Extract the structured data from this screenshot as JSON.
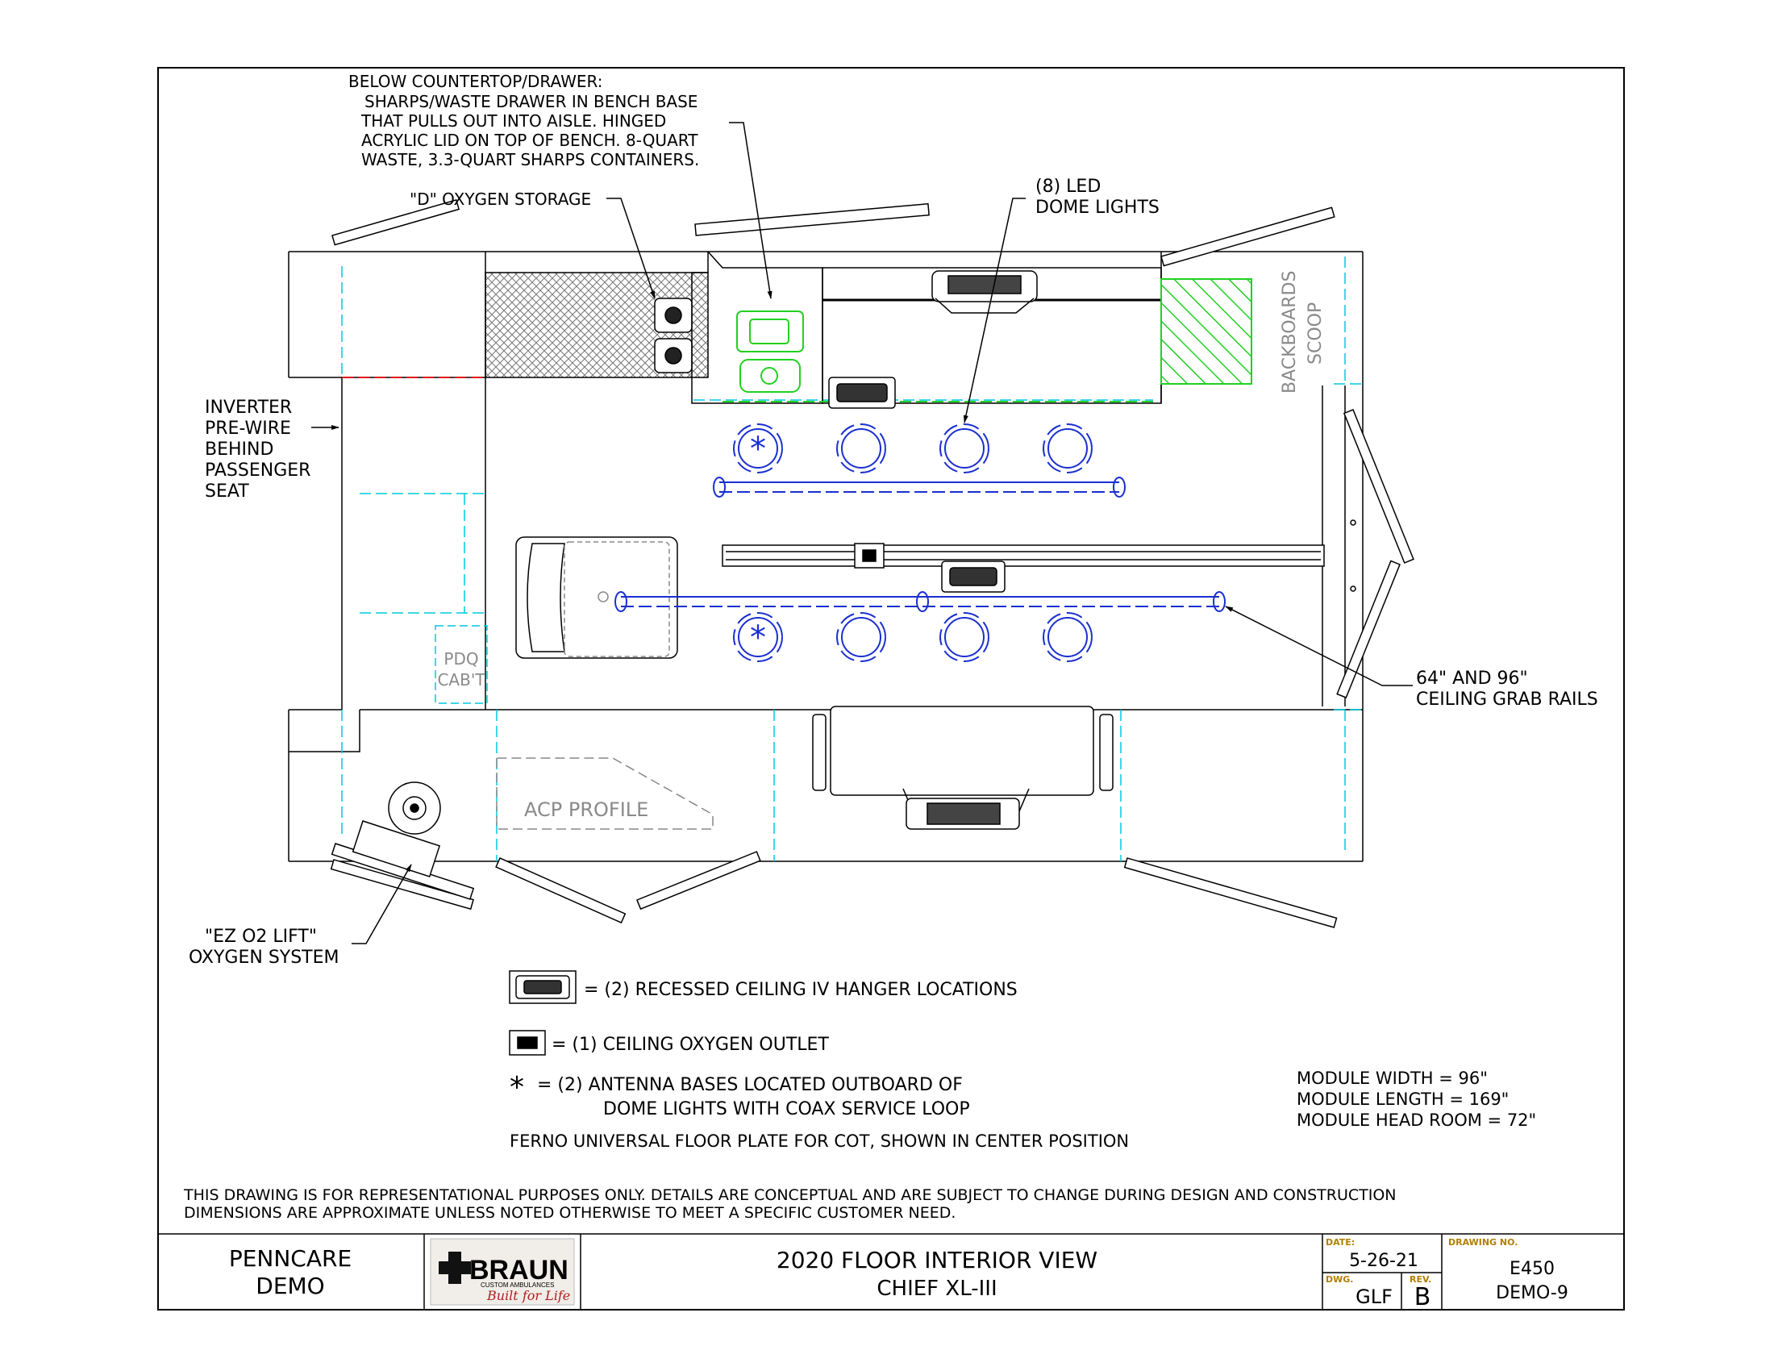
{
  "notes": {
    "below_counter": [
      "BELOW COUNTERTOP/DRAWER:",
      "SHARPS/WASTE DRAWER IN BENCH BASE",
      "THAT PULLS OUT INTO AISLE. HINGED",
      "ACRYLIC LID ON TOP OF BENCH. 8-QUART",
      "WASTE, 3.3-QUART SHARPS CONTAINERS."
    ],
    "d_oxygen": "\"D\" OXYGEN STORAGE",
    "dome_lights": [
      "(8) LED",
      "DOME LIGHTS"
    ],
    "inverter": [
      "INVERTER",
      "PRE-WIRE",
      "BEHIND",
      "PASSENGER",
      "SEAT"
    ],
    "grab_rails": [
      "64\" AND 96\"",
      "CEILING GRAB RAILS"
    ],
    "ez_lift": [
      "\"EZ O2 LIFT\"",
      "OXYGEN SYSTEM"
    ],
    "backboards": "BACKBOARDS",
    "scoop": "SCOOP",
    "pdq": [
      "PDQ",
      "CAB'T"
    ],
    "acp": "ACP PROFILE"
  },
  "legend": {
    "iv_hanger": "= (2) RECESSED CEILING IV HANGER LOCATIONS",
    "oxygen_outlet": "= (1) CEILING OXYGEN OUTLET",
    "antenna_symbol": "*",
    "antenna": [
      "= (2) ANTENNA BASES LOCATED OUTBOARD OF",
      "DOME LIGHTS WITH COAX SERVICE LOOP"
    ],
    "ferno": "FERNO UNIVERSAL FLOOR PLATE FOR COT, SHOWN IN CENTER POSITION"
  },
  "module": {
    "width": "MODULE WIDTH = 96\"",
    "length": "MODULE LENGTH = 169\"",
    "head_room": "MODULE HEAD ROOM = 72\""
  },
  "disclaimer": [
    "THIS DRAWING IS FOR REPRESENTATIONAL PURPOSES ONLY. DETAILS ARE CONCEPTUAL AND ARE SUBJECT TO CHANGE DURING DESIGN AND CONSTRUCTION",
    "DIMENSIONS ARE APPROXIMATE UNLESS NOTED OTHERWISE TO MEET A SPECIFIC CUSTOMER NEED."
  ],
  "title_block": {
    "customer": [
      "PENNCARE",
      "DEMO"
    ],
    "logo_text": "BRAUN",
    "logo_sub": "CUSTOM AMBULANCES",
    "logo_tag": "Built for Life",
    "title": [
      "2020 FLOOR INTERIOR VIEW",
      "CHIEF XL-III"
    ],
    "date_label": "DATE:",
    "date": "5-26-21",
    "dwg_label": "DWG.",
    "dwg": "GLF",
    "rev_label": "REV.",
    "rev": "B",
    "drawing_no_label": "DRAWING NO.",
    "drawing_no": [
      "E450",
      "DEMO-9"
    ]
  },
  "colors": {
    "cyan": "#00c8e0",
    "blue": "#1a2fd0",
    "green": "#22d022",
    "red": "#e01010",
    "gray": "#8a8a8a"
  }
}
